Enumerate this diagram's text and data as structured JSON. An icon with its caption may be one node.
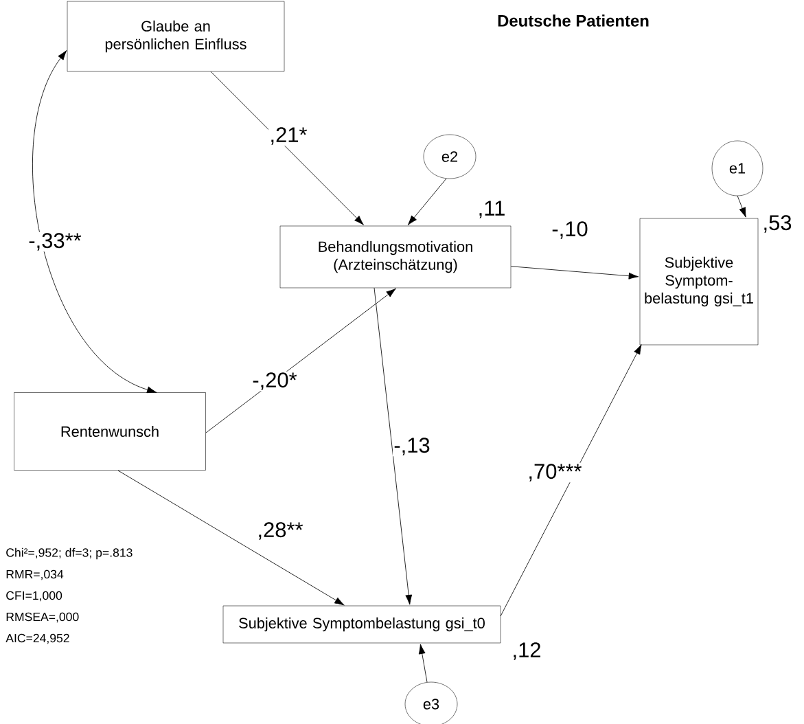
{
  "diagram": {
    "title": "Deutsche Patienten",
    "nodes": [
      {
        "text": [
          "Glaube an persönlichen Einfluss"
        ]
      },
      {
        "text": [
          "e2"
        ]
      },
      {
        "text": [
          "Behandlungsmotivation (Arzteinschätzung)"
        ],
        "beside": [
          ",11"
        ]
      },
      {
        "text": [
          "e1"
        ]
      },
      {
        "text": [
          "Subjektive Symptom- belastung gsi_t1"
        ],
        "beside": [
          ",53"
        ]
      },
      {
        "text": [
          "Rentenwunsch"
        ]
      },
      {
        "text": [
          "Subjektive Symptombelastung gsi_t0"
        ],
        "beside": [
          ",12"
        ]
      },
      {
        "text": [
          "e3"
        ]
      }
    ],
    "edges": [
      {
        "from": 0,
        "to": 2,
        "arrow": "to",
        "label": ",21*"
      },
      {
        "from": 1,
        "to": 2,
        "arrow": "to"
      },
      {
        "from": 2,
        "to": 4,
        "arrow": "to",
        "label": "-,10"
      },
      {
        "from": 3,
        "to": 4,
        "arrow": "to"
      },
      {
        "from": 0,
        "to": 5,
        "arrow": "both",
        "label": "-,33**"
      },
      {
        "from": 5,
        "to": 2,
        "arrow": "to",
        "label": "-,20*"
      },
      {
        "from": 5,
        "to": 6,
        "arrow": "to",
        "label": ",28**"
      },
      {
        "from": 2,
        "to": 6,
        "arrow": "to",
        "label": "-,13"
      },
      {
        "from": 6,
        "to": 4,
        "arrow": "to",
        "label": ",70***"
      },
      {
        "from": 7,
        "to": 6,
        "arrow": "to"
      }
    ],
    "labels": [
      "Chi²=,952; df=3; p=.813",
      "RMR=,034",
      "CFI=1,000",
      "RMSEA=,000",
      "AIC=24,952"
    ]
  }
}
